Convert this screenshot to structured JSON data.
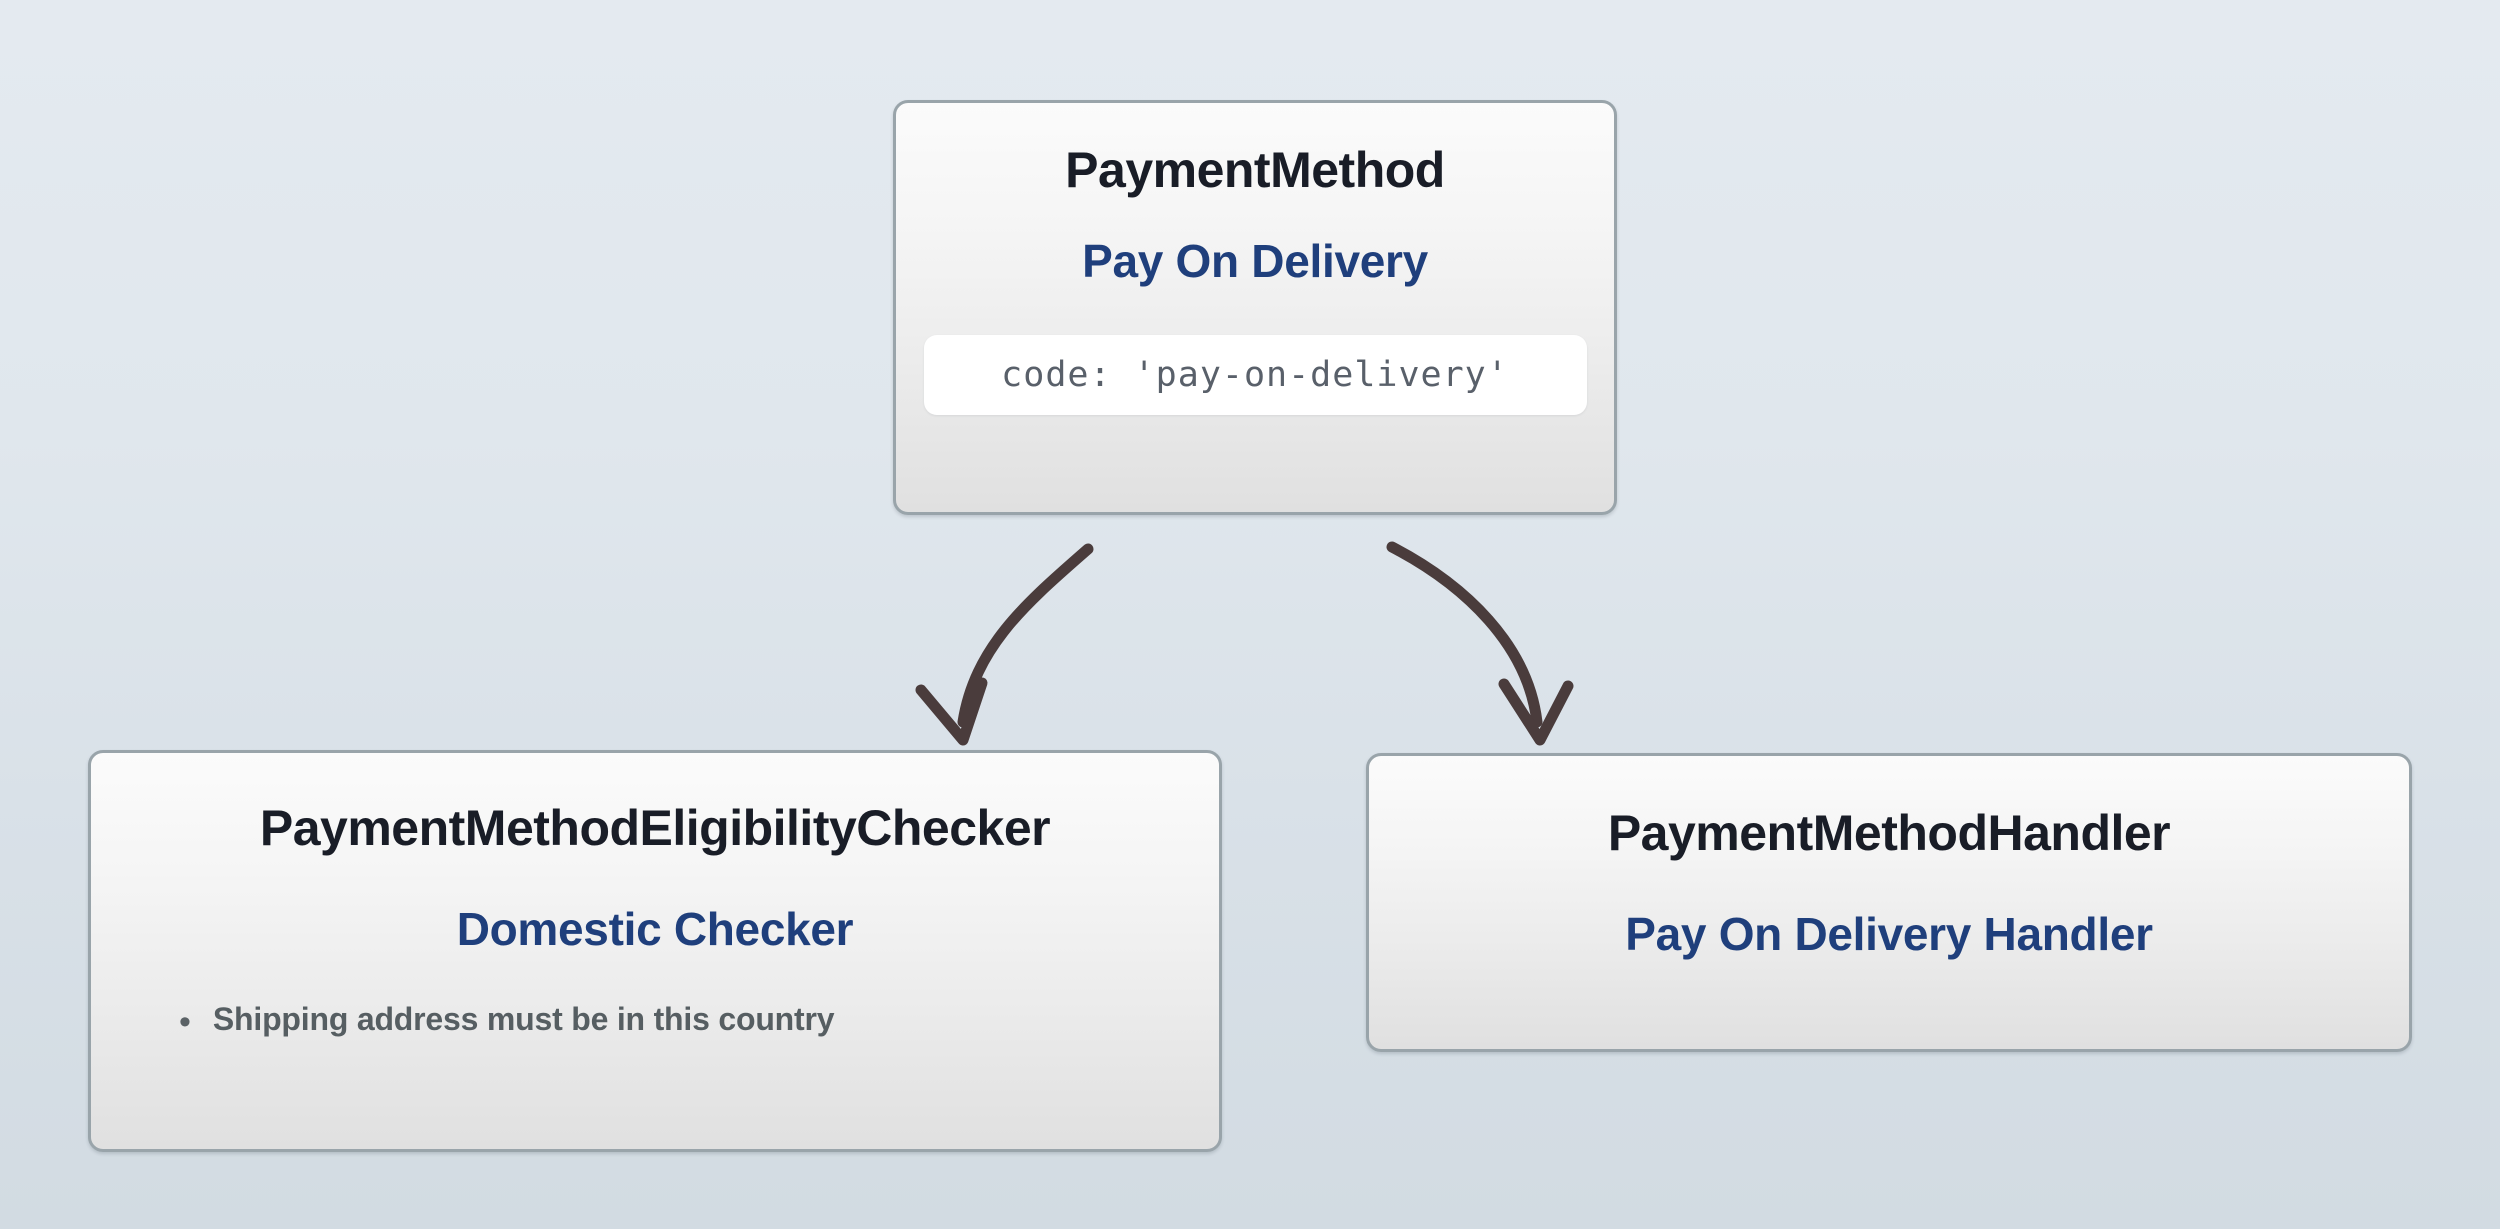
{
  "diagram": {
    "background_top_color": "#e4eaf0",
    "background_bottom_color": "#d2dbe2",
    "arrow_color": "#4a3c3c",
    "card_border_color": "#99a4aa",
    "title_color": "#191d27",
    "subtitle_color": "#1f3f7c",
    "rule_text_color": "#565e62"
  },
  "nodes": {
    "payment_method": {
      "type_label": "PaymentMethod",
      "name_label": "Pay On Delivery",
      "code_line": "code: 'pay-on-delivery'"
    },
    "eligibility_checker": {
      "type_label": "PaymentMethodEligibilityChecker",
      "name_label": "Domestic Checker",
      "rules": [
        {
          "bullet": "•",
          "text": "Shipping address must be in this country"
        }
      ]
    },
    "handler": {
      "type_label": "PaymentMethodHandler",
      "name_label": "Pay On Delivery Handler"
    }
  },
  "edges": [
    {
      "from": "payment_method",
      "to": "eligibility_checker",
      "icon": "curved-arrow-icon"
    },
    {
      "from": "payment_method",
      "to": "handler",
      "icon": "curved-arrow-icon"
    }
  ]
}
